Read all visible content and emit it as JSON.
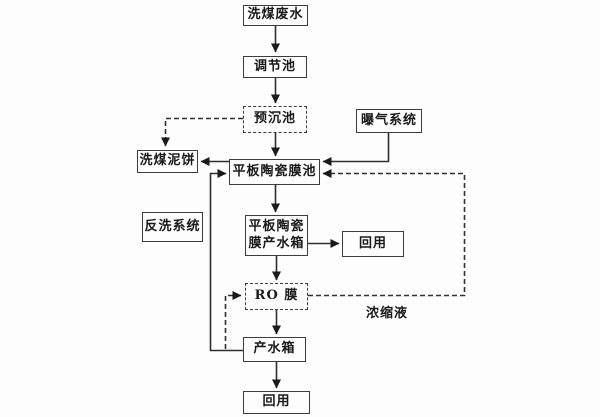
{
  "diagram": {
    "description": "Coal-washing wastewater treatment process flowchart",
    "colors": {
      "background": "#fdfdfd",
      "line": "#2e2e2e",
      "box_border": "#3d3d3d",
      "text": "#1a1a1a"
    },
    "nodes": {
      "wastewater": {
        "label": "洗煤废水",
        "border": "solid"
      },
      "regulating_tank": {
        "label": "调节池",
        "border": "solid"
      },
      "presedimentation": {
        "label": "预沉池",
        "border": "dashed"
      },
      "aeration_system": {
        "label": "曝气系统",
        "border": "solid"
      },
      "coal_mud_cake": {
        "label": "洗煤泥饼",
        "border": "solid"
      },
      "ceramic_membrane_tank": {
        "label": "平板陶瓷膜池",
        "border": "solid"
      },
      "backwash_system": {
        "label": "反洗系统",
        "border": "solid"
      },
      "membrane_product_tank": {
        "lines": [
          "平板陶瓷",
          "膜产水箱"
        ],
        "border": "solid"
      },
      "reuse_top": {
        "label": "回用",
        "border": "solid"
      },
      "ro_membrane": {
        "label": "RO 膜",
        "border": "dashed"
      },
      "product_tank": {
        "label": "产水箱",
        "border": "solid"
      },
      "reuse_bottom": {
        "label": "回用",
        "border": "solid"
      }
    },
    "edge_labels": {
      "concentrate": "浓缩液"
    },
    "edges": [
      {
        "from": "wastewater",
        "to": "regulating_tank",
        "style": "solid"
      },
      {
        "from": "regulating_tank",
        "to": "presedimentation",
        "style": "solid"
      },
      {
        "from": "presedimentation",
        "to": "ceramic_membrane_tank",
        "style": "solid"
      },
      {
        "from": "presedimentation",
        "to": "coal_mud_cake",
        "style": "dashed"
      },
      {
        "from": "ceramic_membrane_tank",
        "to": "coal_mud_cake",
        "style": "solid"
      },
      {
        "from": "aeration_system",
        "to": "ceramic_membrane_tank",
        "style": "solid"
      },
      {
        "from": "ceramic_membrane_tank",
        "to": "membrane_product_tank",
        "style": "solid"
      },
      {
        "from": "membrane_product_tank",
        "to": "reuse_top",
        "style": "solid"
      },
      {
        "from": "membrane_product_tank",
        "to": "ro_membrane",
        "style": "solid"
      },
      {
        "from": "ro_membrane",
        "to": "ceramic_membrane_tank",
        "style": "dashed",
        "label": "浓缩液"
      },
      {
        "from": "ro_membrane",
        "to": "product_tank",
        "style": "solid"
      },
      {
        "from": "product_tank",
        "to": "ro_membrane",
        "style": "dashed"
      },
      {
        "from": "product_tank",
        "to": "ceramic_membrane_tank",
        "style": "solid"
      },
      {
        "from": "product_tank",
        "to": "reuse_bottom",
        "style": "solid"
      }
    ]
  }
}
